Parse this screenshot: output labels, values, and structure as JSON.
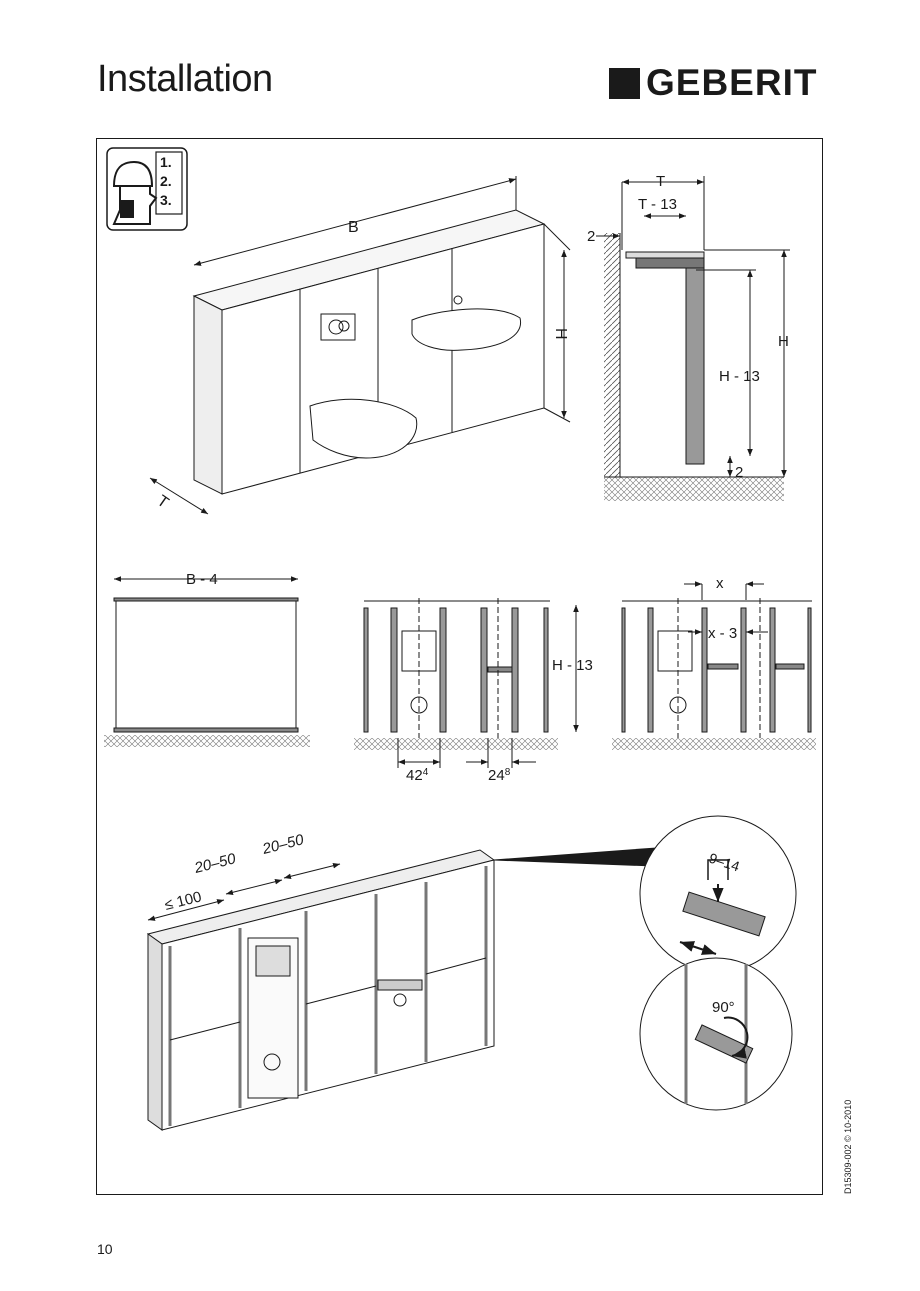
{
  "header": {
    "title": "Installation",
    "brand": "GEBERIT"
  },
  "figures": {
    "step_list": [
      "1.",
      "2.",
      "3."
    ],
    "overview": {
      "width_label": "B",
      "height_label": "H",
      "depth_label": "T"
    },
    "section": {
      "depth_label": "T",
      "inner_depth_label": "T - 13",
      "offset_top_label": "2",
      "height_label": "H",
      "inner_height_label": "H - 13",
      "offset_bottom_label": "2"
    },
    "panel_width": {
      "label": "B - 4"
    },
    "layout": {
      "height_label": "H - 13",
      "spacing_a": "42",
      "spacing_a_sup": "4",
      "spacing_b": "24",
      "spacing_b_sup": "8"
    },
    "spacing_x": {
      "x_label": "x",
      "x_minus_label": "x - 3"
    },
    "frame_iso": {
      "edge_label": "≤ 100",
      "gap_label_1": "20–50",
      "gap_label_2": "20–50"
    },
    "detail": {
      "clip_label": "9–14",
      "angle_label": "90°"
    }
  },
  "footer": {
    "page_number": "10",
    "doc_ref": "D15309-002 © 10-2010"
  }
}
